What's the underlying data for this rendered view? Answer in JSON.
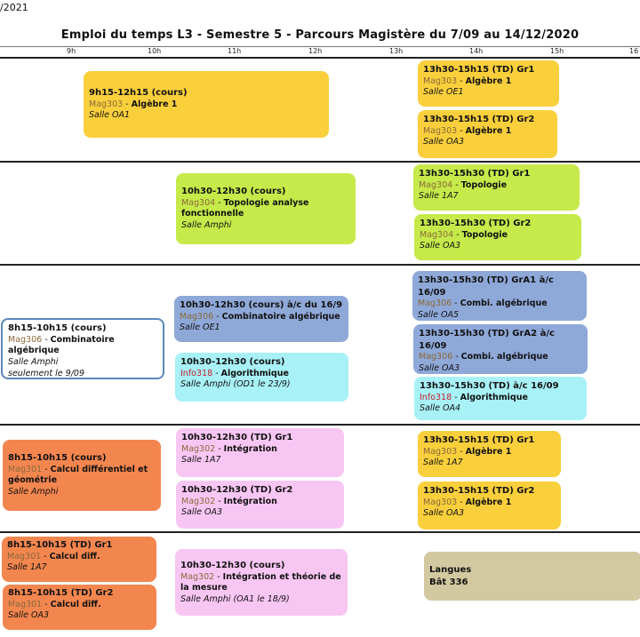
{
  "header": {
    "date_fragment": "/2021",
    "title": "Emploi du temps L3 - Semestre 5 - Parcours Magistère du 7/09 au 14/12/2020"
  },
  "axis": {
    "hours": [
      "9h",
      "10h",
      "11h",
      "12h",
      "13h",
      "14h",
      "15h",
      "16"
    ]
  },
  "events": {
    "e1": {
      "time": "9h15-12h15 (cours)",
      "code": "Mag303",
      "course": "Algèbre 1",
      "room": "Salle OA1"
    },
    "e2": {
      "time": "13h30-15h15 (TD) Gr1",
      "code": "Mag303",
      "course": "Algèbre 1",
      "room": "Salle OE1"
    },
    "e3": {
      "time": "13h30-15h15 (TD) Gr2",
      "code": "Mag303",
      "course": "Algèbre 1",
      "room": "Salle OA3"
    },
    "e4": {
      "time": "10h30-12h30 (cours)",
      "code": "Mag304",
      "course": "Topologie analyse fonctionnelle",
      "room": "Salle Amphi"
    },
    "e5": {
      "time": "13h30-15h30 (TD) Gr1",
      "code": "Mag304",
      "course": "Topologie",
      "room": "Salle 1A7"
    },
    "e6": {
      "time": "13h30-15h30 (TD) Gr2",
      "code": "Mag304",
      "course": "Topologie",
      "room": "Salle OA3"
    },
    "e7": {
      "time": "13h30-15h30 (TD) GrA1  à/c 16/09",
      "code": "Mag306",
      "course": "Combi. algébrique",
      "room": "Salle OA5"
    },
    "e8": {
      "time": "10h30-12h30 (cours)   à/c du 16/9",
      "code": "Mag306",
      "course": "Combinatoire algébrique",
      "room": "Salle OE1"
    },
    "e9": {
      "time": "8h15-10h15 (cours)",
      "code": "Mag306",
      "course": "Combinatoire algébrique",
      "room": "Salle Amphi",
      "extra": "seulement le 9/09"
    },
    "e10": {
      "time": "13h30-15h30 (TD) GrA2  à/c 16/09",
      "code": "Mag306",
      "course": "Combi. algébrique",
      "room": "Salle OA3"
    },
    "e11": {
      "time": "10h30-12h30 (cours)",
      "code": "Info318",
      "course": "Algorithmique",
      "room": "Salle Amphi (OD1 le 23/9)"
    },
    "e12": {
      "time": "13h30-15h30 (TD)   à/c 16/09",
      "code": "Info318",
      "course": "Algorithmique",
      "room": "Salle OA4"
    },
    "e13": {
      "time": "8h15-10h15 (cours)",
      "code": "Mag301",
      "course": "Calcul différentiel et géométrie",
      "room": "Salle Amphi"
    },
    "e14": {
      "time": "10h30-12h30 (TD) Gr1",
      "code": "Mag302",
      "course": "Intégration",
      "room": "Salle 1A7"
    },
    "e15": {
      "time": "13h30-15h15 (TD) Gr1",
      "code": "Mag303",
      "course": "Algèbre 1",
      "room": "Salle 1A7"
    },
    "e16": {
      "time": "10h30-12h30 (TD) Gr2",
      "code": "Mag302",
      "course": "Intégration",
      "room": "Salle OA3"
    },
    "e17": {
      "time": "13h30-15h15 (TD) Gr2",
      "code": "Mag303",
      "course": "Algèbre 1",
      "room": "Salle OA3"
    },
    "e18": {
      "time": "8h15-10h15 (TD) Gr1",
      "code": "Mag301",
      "course": "Calcul diff.",
      "room": "Salle 1A7"
    },
    "e19": {
      "time": "10h30-12h30  (cours)",
      "code": "Mag302",
      "course": "Intégration et théorie de la mesure",
      "room": "Salle Amphi (OA1 le 18/9)"
    },
    "e20": {
      "time": "8h15-10h15 (TD) Gr2",
      "code": "Mag301",
      "course": "Calcul diff.",
      "room": "Salle OA3"
    },
    "e21": {
      "line1": "Langues",
      "line2": "Bât 336"
    }
  },
  "colors": {
    "algebre": "#f9cf3c",
    "topologie": "#c6ea4a",
    "combinatoire": "#8ea8d8",
    "algorithmique": "#a8f1f6",
    "calcul_diff": "#f3864f",
    "integration": "#f8c6f3",
    "langues": "#d3c9a0",
    "course_code": "#8a6a3a",
    "info_code": "#c0202a"
  }
}
